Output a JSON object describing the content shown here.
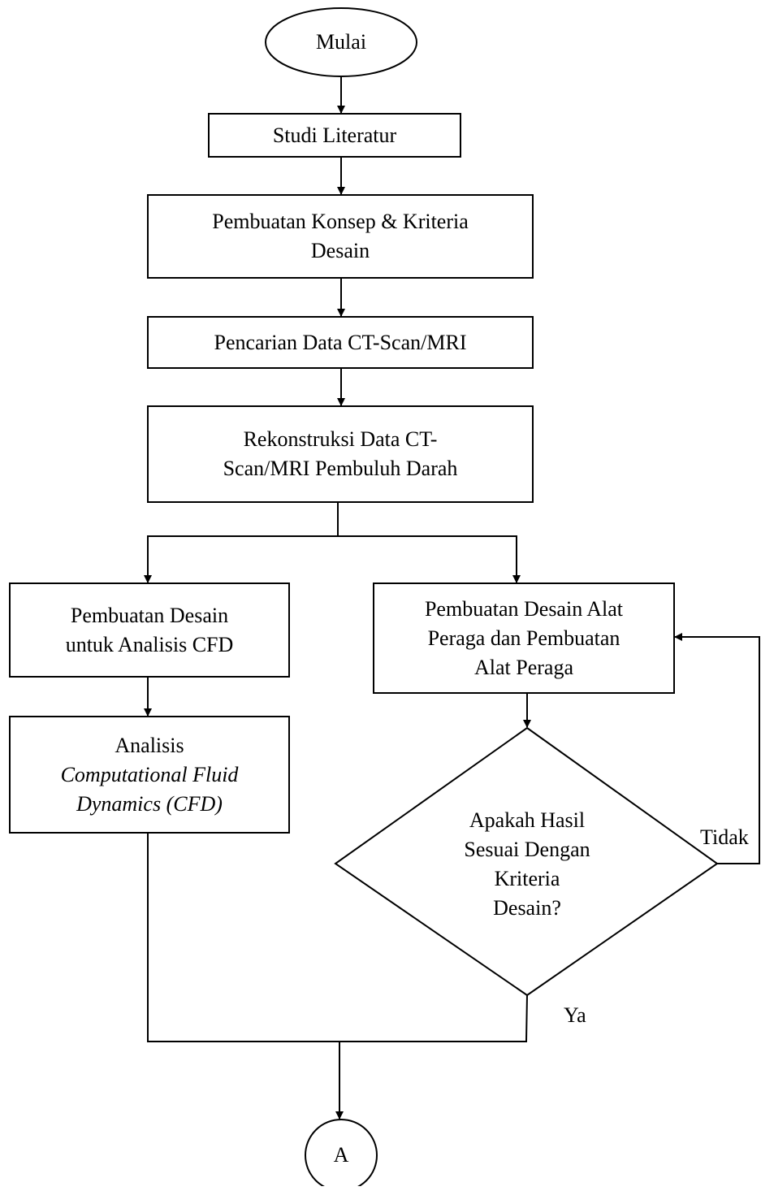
{
  "flowchart": {
    "start": {
      "text": "Mulai"
    },
    "step_literature": {
      "text": "Studi Literatur"
    },
    "step_concept": {
      "line1": "Pembuatan Konsep & Kriteria",
      "line2": "Desain"
    },
    "step_data_search": {
      "text": "Pencarian Data CT-Scan/MRI"
    },
    "step_reconstruction": {
      "line1": "Rekonstruksi Data CT-",
      "line2": "Scan/MRI Pembuluh Darah"
    },
    "step_cfd_design": {
      "line1": "Pembuatan Desain",
      "line2": "untuk Analisis CFD"
    },
    "step_cfd_analysis": {
      "line1": "Analisis",
      "line2": "Computational Fluid",
      "line3": "Dynamics (CFD)"
    },
    "step_prop_design": {
      "line1": "Pembuatan Desain Alat",
      "line2": "Peraga dan Pembuatan",
      "line3": "Alat Peraga"
    },
    "decision": {
      "line1": "Apakah Hasil",
      "line2": "Sesuai Dengan",
      "line3": "Kriteria",
      "line4": "Desain?"
    },
    "label_no": "Tidak",
    "label_yes": "Ya",
    "connector": {
      "text": "A"
    }
  }
}
